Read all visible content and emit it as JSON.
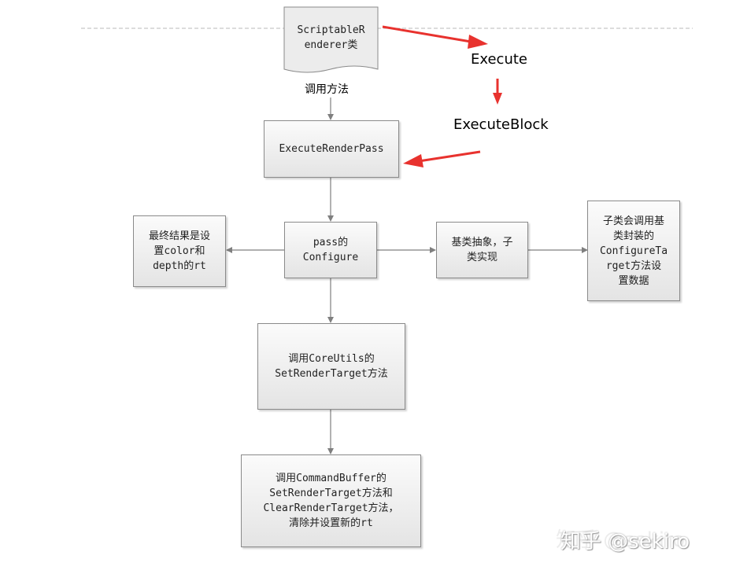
{
  "nodes": {
    "scriptable_renderer": "ScriptableR\nenderer类",
    "execute_render_pass": "ExecuteRenderPass",
    "final_result": "最终结果是设\n置color和\ndepth的rt",
    "pass_configure": "pass的\nConfigure",
    "base_abstract": "基类抽象，子\n类实现",
    "subclass_call": "子类会调用基\n类封装的\nConfigureTa\nrget方法设\n置数据",
    "core_utils": "调用CoreUtils的\nSetRenderTarget方法",
    "command_buffer": "调用CommandBuffer的\nSetRenderTarget方法和\nClearRenderTarget方法，\n清除并设置新的rt"
  },
  "labels": {
    "call_method": "调用方法",
    "execute": "Execute",
    "execute_block": "ExecuteBlock"
  },
  "watermark": "知乎 @sekiro",
  "colors": {
    "annotation_arrow": "#e8322e",
    "connector": "#7f7f7f",
    "box_border": "#8a8a8a"
  }
}
